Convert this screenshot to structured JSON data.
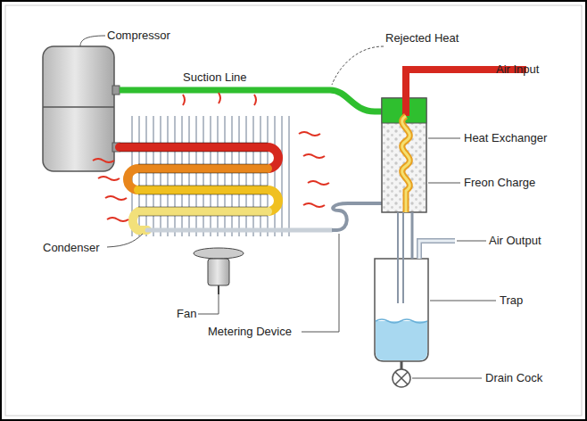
{
  "diagram": {
    "labels": [
      "Compressor",
      "Rejected Heat",
      "Suction Line",
      "Air Input",
      "Heat Exchanger",
      "Freon Charge",
      "Air Output",
      "Condenser",
      "Trap",
      "Fan",
      "Metering Device",
      "Drain Cock"
    ]
  }
}
